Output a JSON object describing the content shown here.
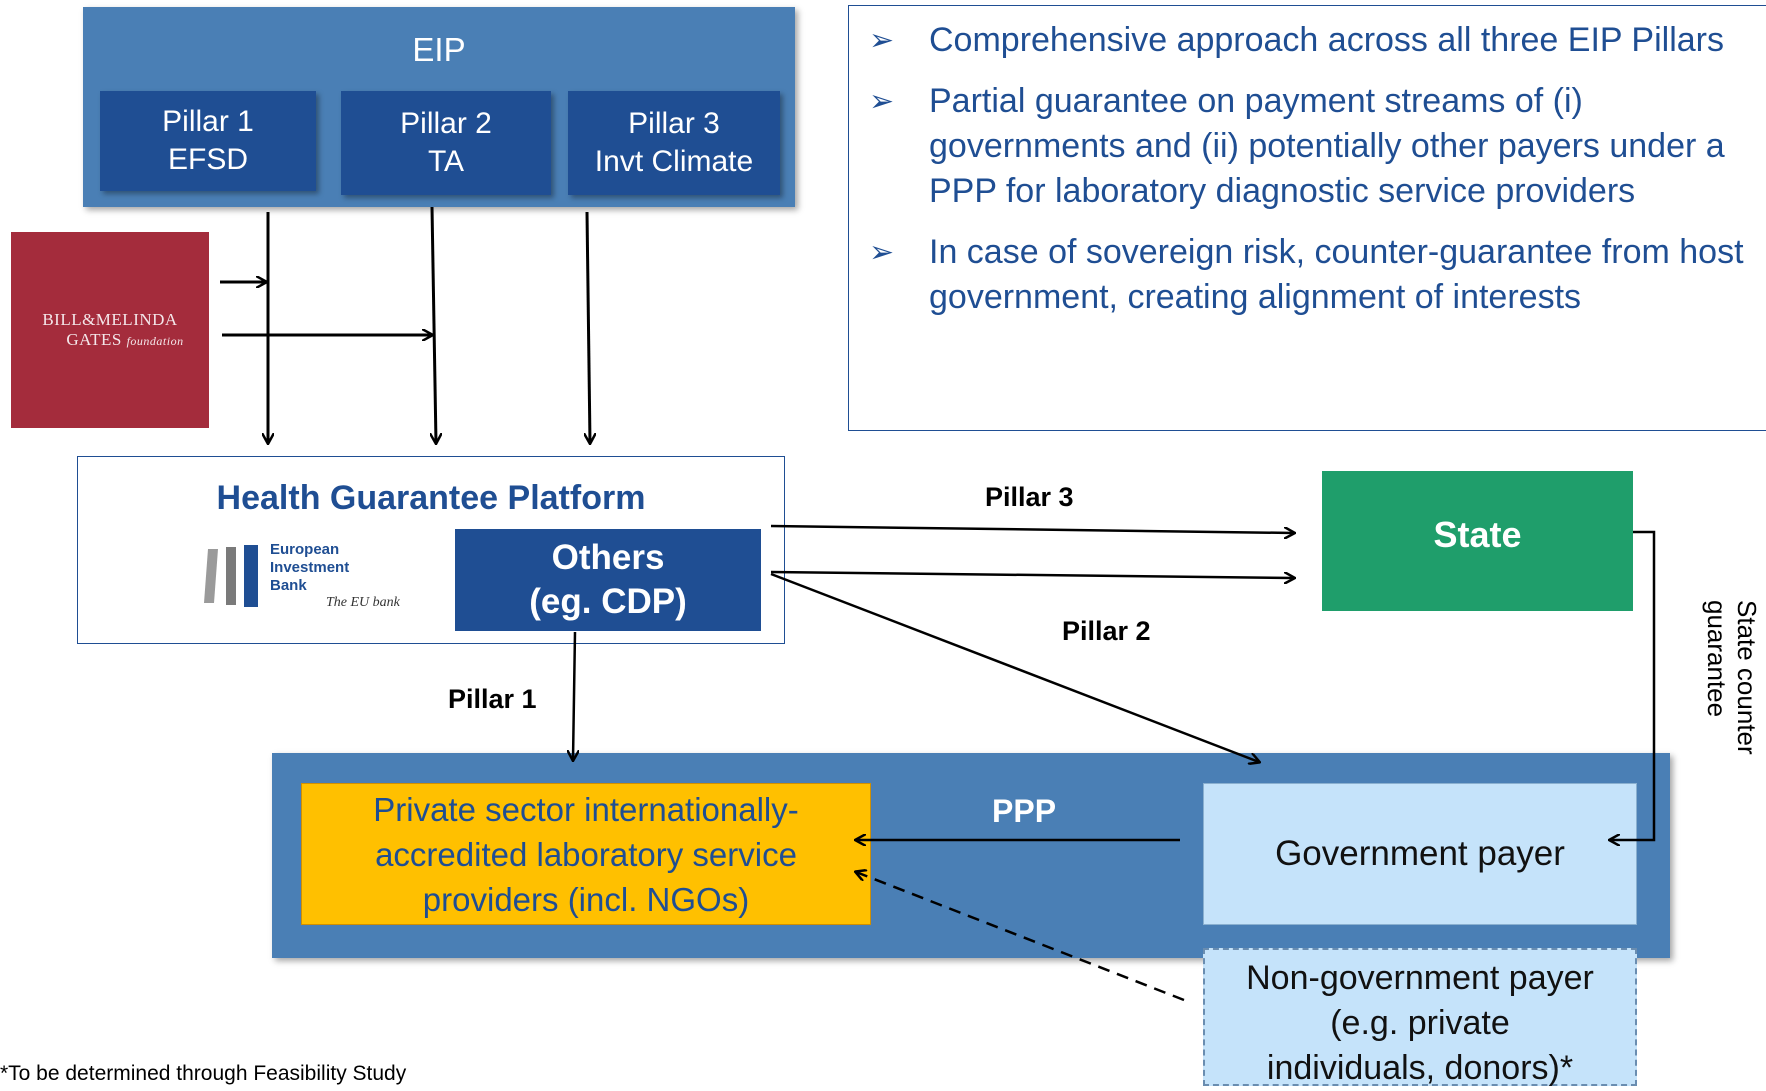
{
  "eip": {
    "title": "EIP",
    "pillars": [
      {
        "line1": "Pillar 1",
        "line2": "EFSD"
      },
      {
        "line1": "Pillar 2",
        "line2": "TA"
      },
      {
        "line1": "Pillar 3",
        "line2": "Invt Climate"
      }
    ]
  },
  "gates_logo": {
    "line1": "BILL&MELINDA",
    "line2": "GATES",
    "line2_suffix": "foundation",
    "color": "#a42c3c"
  },
  "bullets": [
    "Comprehensive approach across all three EIP Pillars",
    "Partial guarantee on payment streams of (i) governments and (ii) potentially other payers under a PPP for laboratory diagnostic service providers",
    "In case of sovereign risk, counter-guarantee from host government, creating alignment of interests"
  ],
  "hgp": {
    "title": "Health Guarantee Platform",
    "eib_logo": {
      "line1": "European",
      "line2": "Investment",
      "line3": "Bank",
      "tagline": "The EU bank"
    },
    "others": {
      "line1": "Others",
      "line2": "(eg. CDP)"
    }
  },
  "state": {
    "label": "State"
  },
  "ppp": {
    "title": "PPP",
    "private_box": {
      "line1": "Private sector internationally-",
      "line2": "accredited laboratory service",
      "line3": "providers (incl. NGOs)"
    },
    "government_payer": "Government payer",
    "non_government_payer": {
      "line1": "Non-government payer",
      "line2": "(e.g. private",
      "line3": "individuals, donors)*"
    }
  },
  "flow_labels": {
    "pillar3": "Pillar 3",
    "pillar2": "Pillar 2",
    "pillar1": "Pillar 1",
    "state_counter_guarantee": "State counter guarantee"
  },
  "footnote": "*To be determined through Feasibility Study",
  "colors": {
    "dark_blue": "#1f4e93",
    "mid_blue": "#4a7fb5",
    "green": "#1f9e6b",
    "yellow": "#ffc000",
    "light_blue": "#c5e3fa"
  }
}
